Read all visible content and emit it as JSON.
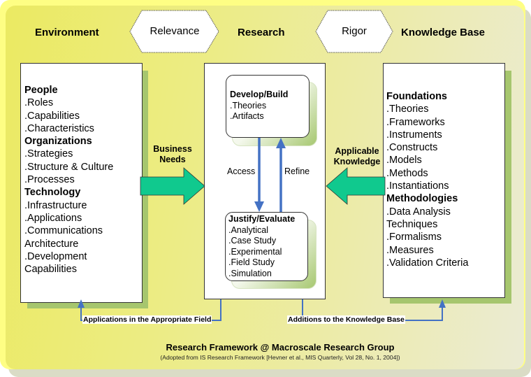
{
  "headers": {
    "environment": "Environment",
    "research": "Research",
    "knowledge_base": "Knowledge Base"
  },
  "hexagons": {
    "relevance": "Relevance",
    "rigor": "Rigor"
  },
  "environment_box": {
    "items": [
      {
        "text": "People",
        "bold": true
      },
      {
        "text": ".Roles",
        "bold": false
      },
      {
        "text": ".Capabilities",
        "bold": false
      },
      {
        "text": ".Characteristics",
        "bold": false
      },
      {
        "text": "Organizations",
        "bold": true
      },
      {
        "text": ".Strategies",
        "bold": false
      },
      {
        "text": ".Structure & Culture",
        "bold": false
      },
      {
        "text": ".Processes",
        "bold": false
      },
      {
        "text": "Technology",
        "bold": true
      },
      {
        "text": ".Infrastructure",
        "bold": false
      },
      {
        "text": ".Applications",
        "bold": false
      },
      {
        "text": ".Communications",
        "bold": false
      },
      {
        "text": "Architecture",
        "bold": false
      },
      {
        "text": ".Development",
        "bold": false
      },
      {
        "text": "Capabilities",
        "bold": false
      }
    ]
  },
  "research_box": {
    "develop": {
      "title": "Develop/Build",
      "items": [
        ".Theories",
        ".Artifacts"
      ]
    },
    "justify": {
      "title": "Justify/Evaluate",
      "items": [
        ".Analytical",
        ".Case Study",
        ".Experimental",
        ".Field Study",
        ".Simulation"
      ]
    },
    "access_label": "Access",
    "refine_label": "Refine"
  },
  "knowledge_box": {
    "items": [
      {
        "text": "Foundations",
        "bold": true
      },
      {
        "text": ".Theories",
        "bold": false
      },
      {
        "text": ".Frameworks",
        "bold": false
      },
      {
        "text": ".Instruments",
        "bold": false
      },
      {
        "text": ".Constructs",
        "bold": false
      },
      {
        "text": ".Models",
        "bold": false
      },
      {
        "text": ".Methods",
        "bold": false
      },
      {
        "text": ".Instantiations",
        "bold": false
      },
      {
        "text": "Methodologies",
        "bold": true
      },
      {
        "text": ".Data Analysis",
        "bold": false
      },
      {
        "text": "Techniques",
        "bold": false
      },
      {
        "text": ".Formalisms",
        "bold": false
      },
      {
        "text": ".Measures",
        "bold": false
      },
      {
        "text": ".Validation Criteria",
        "bold": false
      }
    ]
  },
  "arrows": {
    "business_needs": [
      "Business",
      "Needs"
    ],
    "applicable_knowledge": [
      "Applicable",
      "Knowledge"
    ]
  },
  "bottom_links": {
    "applications": "Applications in the Appropriate Field",
    "additions": "Additions to the Knowledge Base"
  },
  "footer": {
    "title": "Research Framework @ Macroscale Research Group",
    "subtitle": "(Adopted from IS Research Framework [Hevner et al., MIS Quarterly, Vol 28, No. 1, 2004])"
  },
  "colors": {
    "arrow_fill": "#10c98e",
    "connector_blue": "#4472c4",
    "panel_yellow": "#ebea62",
    "shadow_green": "#a6c66e"
  }
}
